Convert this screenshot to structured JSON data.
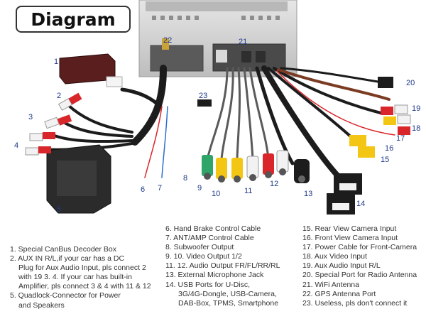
{
  "header": {
    "title": "Diagram"
  },
  "callouts": [
    "1",
    "2",
    "3",
    "4",
    "5",
    "6",
    "7",
    "8",
    "9",
    "10",
    "11",
    "12",
    "13",
    "14",
    "15",
    "16",
    "17",
    "18",
    "19",
    "20",
    "21",
    "22",
    "23"
  ],
  "legend": {
    "col1": [
      "1.  Special CanBus Decoder Box",
      "2.  AUX IN R/L,if your car has a DC",
      "Plug for Aux Audio Input, pls connect 2",
      "with 19 3. 4. If your car has built-in",
      "Amplifier, pls connect 3 & 4 with 11 & 12",
      "5.  Quadlock-Connector for Power",
      "and Speakers"
    ],
    "col2": [
      "6. Hand Brake Control Cable",
      "7. ANT/AMP Control Cable",
      "8. Subwoofer Output",
      "9. 10. Video Output 1/2",
      "11. 12. Audio Output FR/FL/RR/RL",
      "13. External Microphone Jack",
      "14. USB Ports for U-Disc,",
      "3G/4G-Dongle, USB-Camera,",
      "DAB-Box, TPMS, Smartphone"
    ],
    "col3": [
      "15. Rear View Camera Input",
      "16. Front View Camera Input",
      "17. Power Cable for Front-Camera",
      "18. Aux Video Input",
      "19. Aux Audio Input R/L",
      "20. Special Port for Radio Antenna",
      "21. WiFi Antenna",
      "22. GPS Antenna Port",
      "23. Useless, pls don't connect it"
    ]
  },
  "colors": {
    "callout": "#1e3a8a",
    "rca_red": "#d8262b",
    "rca_white": "#f2f2f2",
    "rca_yellow": "#f3c613",
    "rca_green": "#2fa56a",
    "cable": "#1c1c1c",
    "brown_cable": "#7a3b22",
    "chassis": "#d7d7d7"
  }
}
